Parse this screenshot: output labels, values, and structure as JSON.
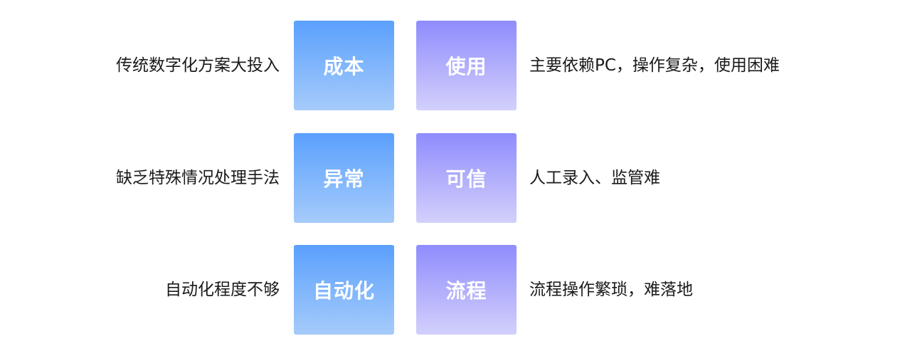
{
  "colors": {
    "blue_tile_top": "#5aa0fd",
    "blue_tile_bottom": "#a6cbfb",
    "purple_tile_top": "#8f8cfd",
    "purple_tile_bottom": "#d3d0fc",
    "text": "#1a1a1a",
    "tile_text": "#ffffff"
  },
  "rows": [
    {
      "left_text": "传统数字化方案大投入",
      "blue_label": "成本",
      "purple_label": "使用",
      "right_text": "主要依赖PC，操作复杂，使用困难"
    },
    {
      "left_text": "缺乏特殊情况处理手法",
      "blue_label": "异常",
      "purple_label": "可信",
      "right_text": "人工录入、监管难"
    },
    {
      "left_text": "自动化程度不够",
      "blue_label": "自动化",
      "purple_label": "流程",
      "right_text": "流程操作繁琐，难落地"
    }
  ]
}
